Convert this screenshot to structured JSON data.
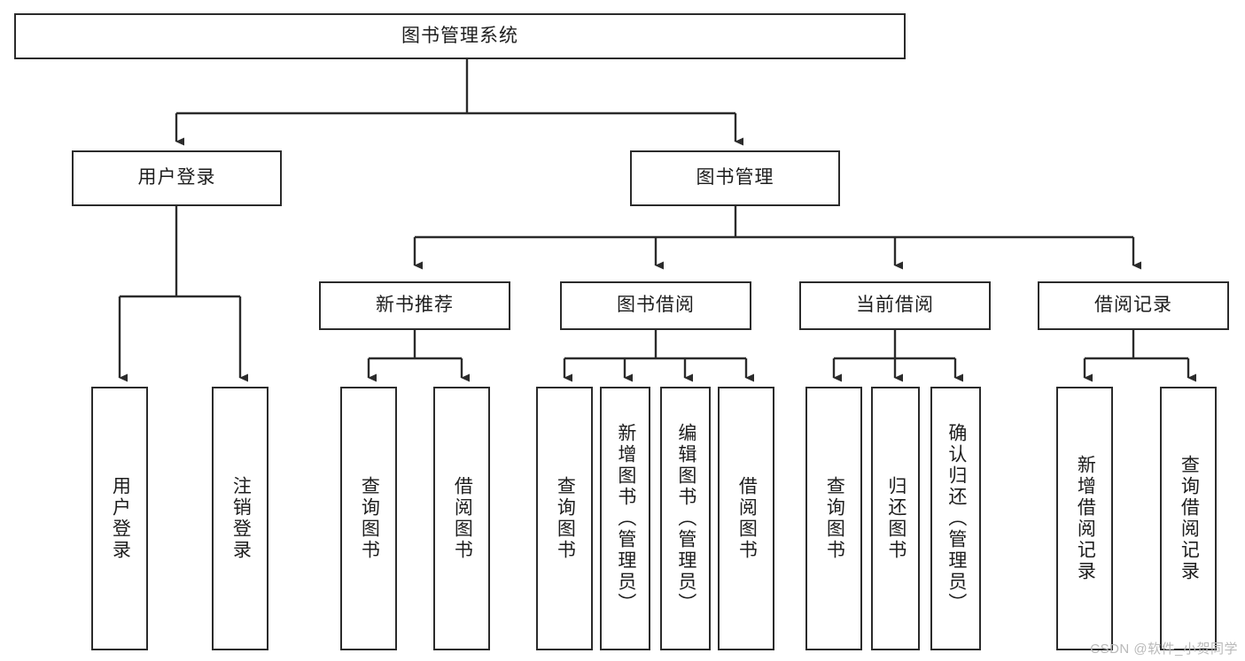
{
  "diagram": {
    "type": "tree-hierarchy",
    "title": "图书管理系统",
    "colors": {
      "stroke": "#2b2b2b",
      "fill": "#ffffff",
      "text": "#1d1d1d",
      "watermark": "#b9b9b9"
    },
    "root": {
      "label": "图书管理系统"
    },
    "level2": [
      {
        "label": "用户登录"
      },
      {
        "label": "图书管理"
      }
    ],
    "level3": [
      {
        "label": "新书推荐"
      },
      {
        "label": "图书借阅"
      },
      {
        "label": "当前借阅"
      },
      {
        "label": "借阅记录"
      }
    ],
    "leaves": {
      "user_login": [
        {
          "label": "用户登录"
        },
        {
          "label": "注销登录"
        }
      ],
      "new_book_rec": [
        {
          "label": "查询图书"
        },
        {
          "label": "借阅图书"
        }
      ],
      "book_borrow": [
        {
          "label": "查询图书"
        },
        {
          "label": "新增图书（管理员）"
        },
        {
          "label": "编辑图书（管理员）"
        },
        {
          "label": "借阅图书"
        }
      ],
      "current_borrow": [
        {
          "label": "查询图书"
        },
        {
          "label": "归还图书"
        },
        {
          "label": "确认归还（管理员）"
        }
      ],
      "borrow_record": [
        {
          "label": "新增借阅记录"
        },
        {
          "label": "查询借阅记录"
        }
      ]
    },
    "watermark": "CSDN @软件_小贺同学"
  }
}
